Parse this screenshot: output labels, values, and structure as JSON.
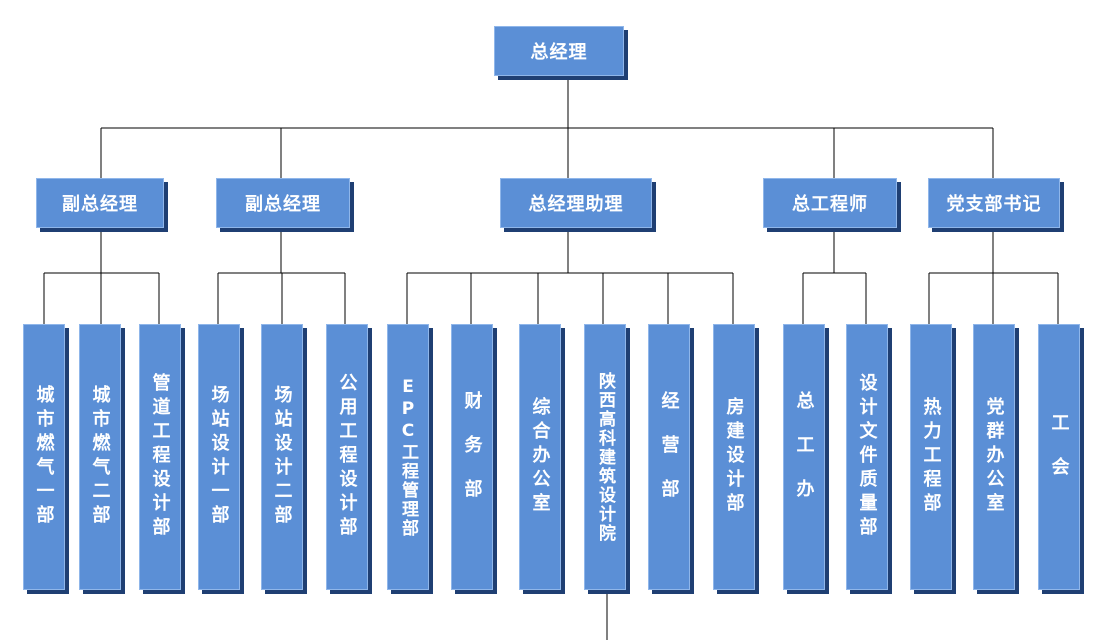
{
  "org_chart": {
    "root": {
      "label": "总经理"
    },
    "level2": [
      {
        "label": "副总经理"
      },
      {
        "label": "副总经理"
      },
      {
        "label": "总经理助理"
      },
      {
        "label": "总工程师"
      },
      {
        "label": "党支部书记"
      }
    ],
    "level3": [
      {
        "label": "城市燃气一部"
      },
      {
        "label": "城市燃气二部"
      },
      {
        "label": "管道工程设计部"
      },
      {
        "label": "场站设计一部"
      },
      {
        "label": "场站设计二部"
      },
      {
        "label": "公用工程设计部"
      },
      {
        "label": "EPC工程管理部"
      },
      {
        "label": "财务部"
      },
      {
        "label": "综合办公室"
      },
      {
        "label": "陕西高科建筑设计院"
      },
      {
        "label": "经营部"
      },
      {
        "label": "房建设计部"
      },
      {
        "label": "总工办"
      },
      {
        "label": "设计文件质量部"
      },
      {
        "label": "热力工程部"
      },
      {
        "label": "党群办公室"
      },
      {
        "label": "工会"
      }
    ]
  },
  "colors": {
    "box_fill": "#5b8fd6",
    "box_shadow": "#1f3f73",
    "line": "#000000"
  }
}
